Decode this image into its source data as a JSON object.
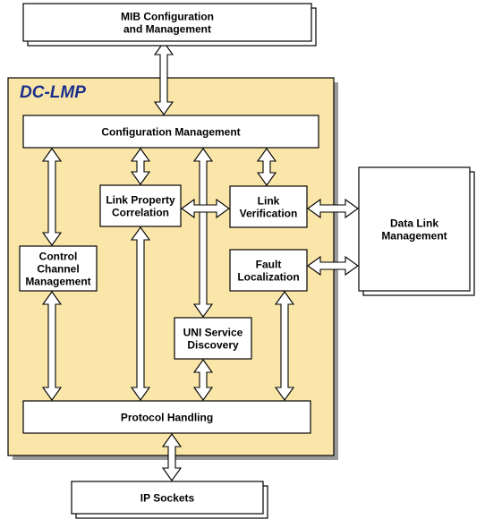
{
  "diagram": {
    "container_title": "DC-LMP",
    "boxes": {
      "mib": [
        "MIB Configuration",
        "and Management"
      ],
      "config": [
        "Configuration Management"
      ],
      "link_prop": [
        "Link Property",
        "Correlation"
      ],
      "link_verif": [
        "Link",
        "Verification"
      ],
      "control": [
        "Control",
        "Channel",
        "Management"
      ],
      "fault": [
        "Fault",
        "Localization"
      ],
      "uni": [
        "UNI Service",
        "Discovery"
      ],
      "protocol": [
        "Protocol Handling"
      ],
      "ip": [
        "IP Sockets"
      ],
      "datalink": [
        "Data Link",
        "Management"
      ]
    },
    "colors": {
      "container_fill": "#fbe6aa",
      "title_color": "#1a2f8c",
      "box_fill": "#ffffff",
      "shadow": "#9a9a9a"
    }
  }
}
